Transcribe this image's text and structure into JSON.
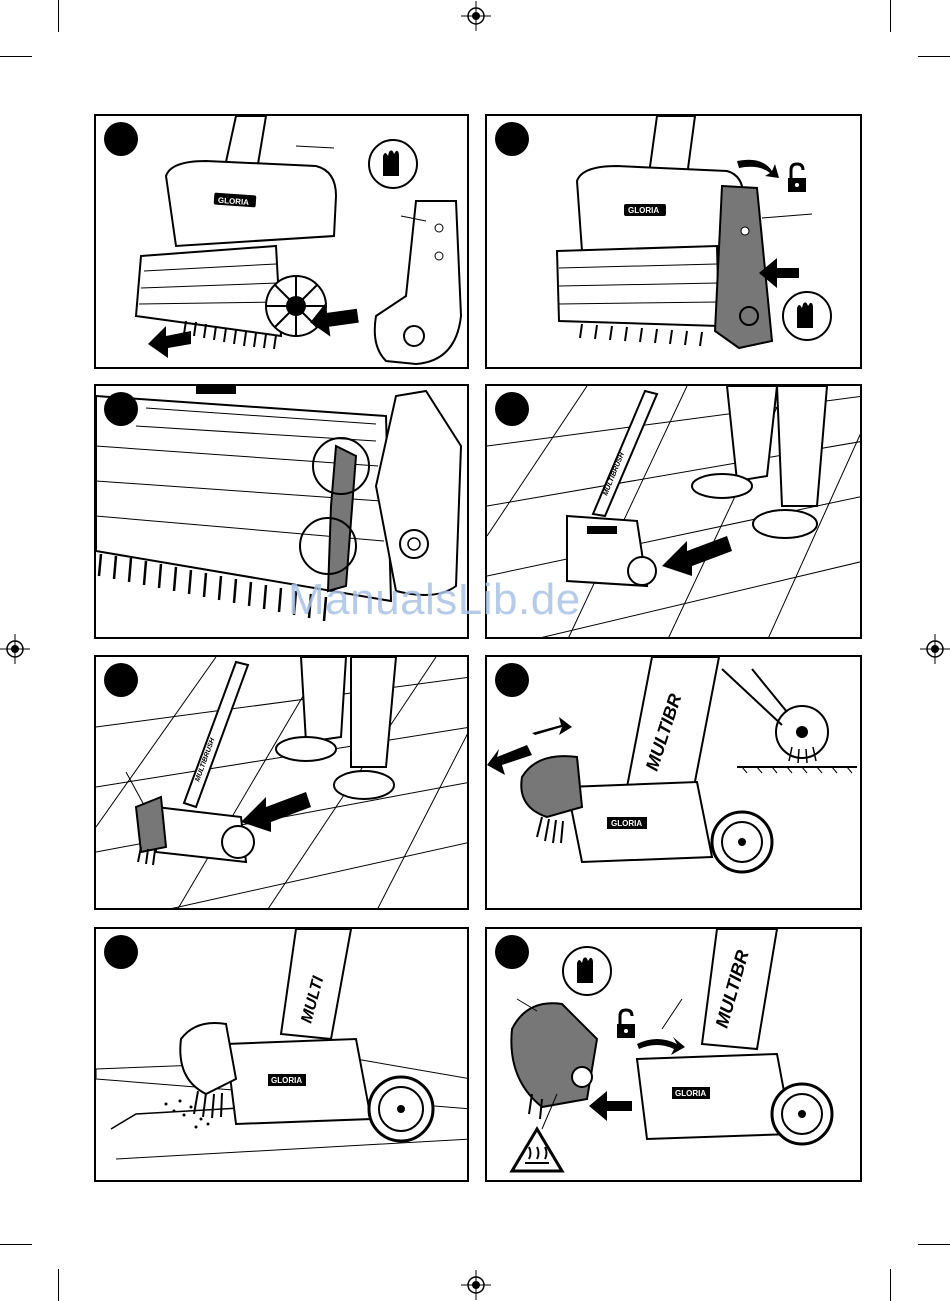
{
  "brand": "GLORIA",
  "shaft_label": "MULTIBRUSH",
  "shaft_label_short": "MULTIBR",
  "shaft_label_rot": "MULTI",
  "watermark": "ManualsLib.de",
  "colors": {
    "ink": "#000000",
    "gray": "#777777",
    "light": "#f2f2f2",
    "watermark": "#a9c3e6"
  },
  "icons": [
    "gloves-icon",
    "unlock-icon",
    "arrow-icon",
    "hot-surface-warning-icon",
    "registration-mark-icon"
  ]
}
